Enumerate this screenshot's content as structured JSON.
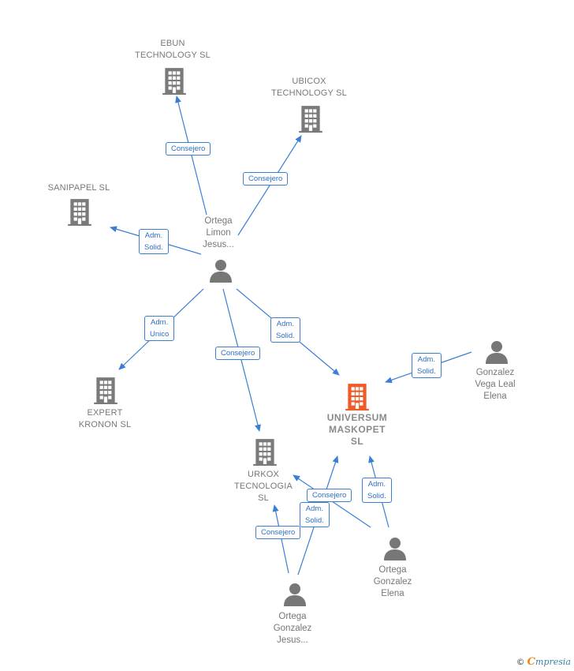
{
  "colors": {
    "edge": "#3a7fd4",
    "company": "#7a7a7a",
    "focus": "#f05a28",
    "person": "#777777"
  },
  "companies": {
    "ebun": "EBUN\nTECHNOLOGY SL",
    "ubicox": "UBICOX\nTECHNOLOGY SL",
    "sanipapel": "SANIPAPEL SL",
    "expert": "EXPERT\nKRONON  SL",
    "urkox": "URKOX\nTECNOLOGIA\nSL",
    "universum": "UNIVERSUM\nMASKOPET\nSL"
  },
  "persons": {
    "ortega_limon": "Ortega\nLimon\nJesus...",
    "gonzalez_vega": "Gonzalez\nVega Leal\nElena",
    "ortega_gonzalez_elena": "Ortega\nGonzalez\nElena",
    "ortega_gonzalez_jesus": "Ortega\nGonzalez\nJesus..."
  },
  "edges": {
    "e1": "Consejero",
    "e2": "Consejero",
    "e3": "Adm.\nSolid.",
    "e4": "Adm.\nUnico",
    "e5": "Consejero",
    "e6": "Adm.\nSolid.",
    "e7": "Adm.\nSolid.",
    "e8": "Adm.\nSolid.",
    "e9": "Consejero",
    "e10": "Adm.\nSolid.",
    "e11": "Consejero"
  },
  "footer": {
    "copyright": "©",
    "brand_initial": "C",
    "brand_rest": "mpresia"
  }
}
